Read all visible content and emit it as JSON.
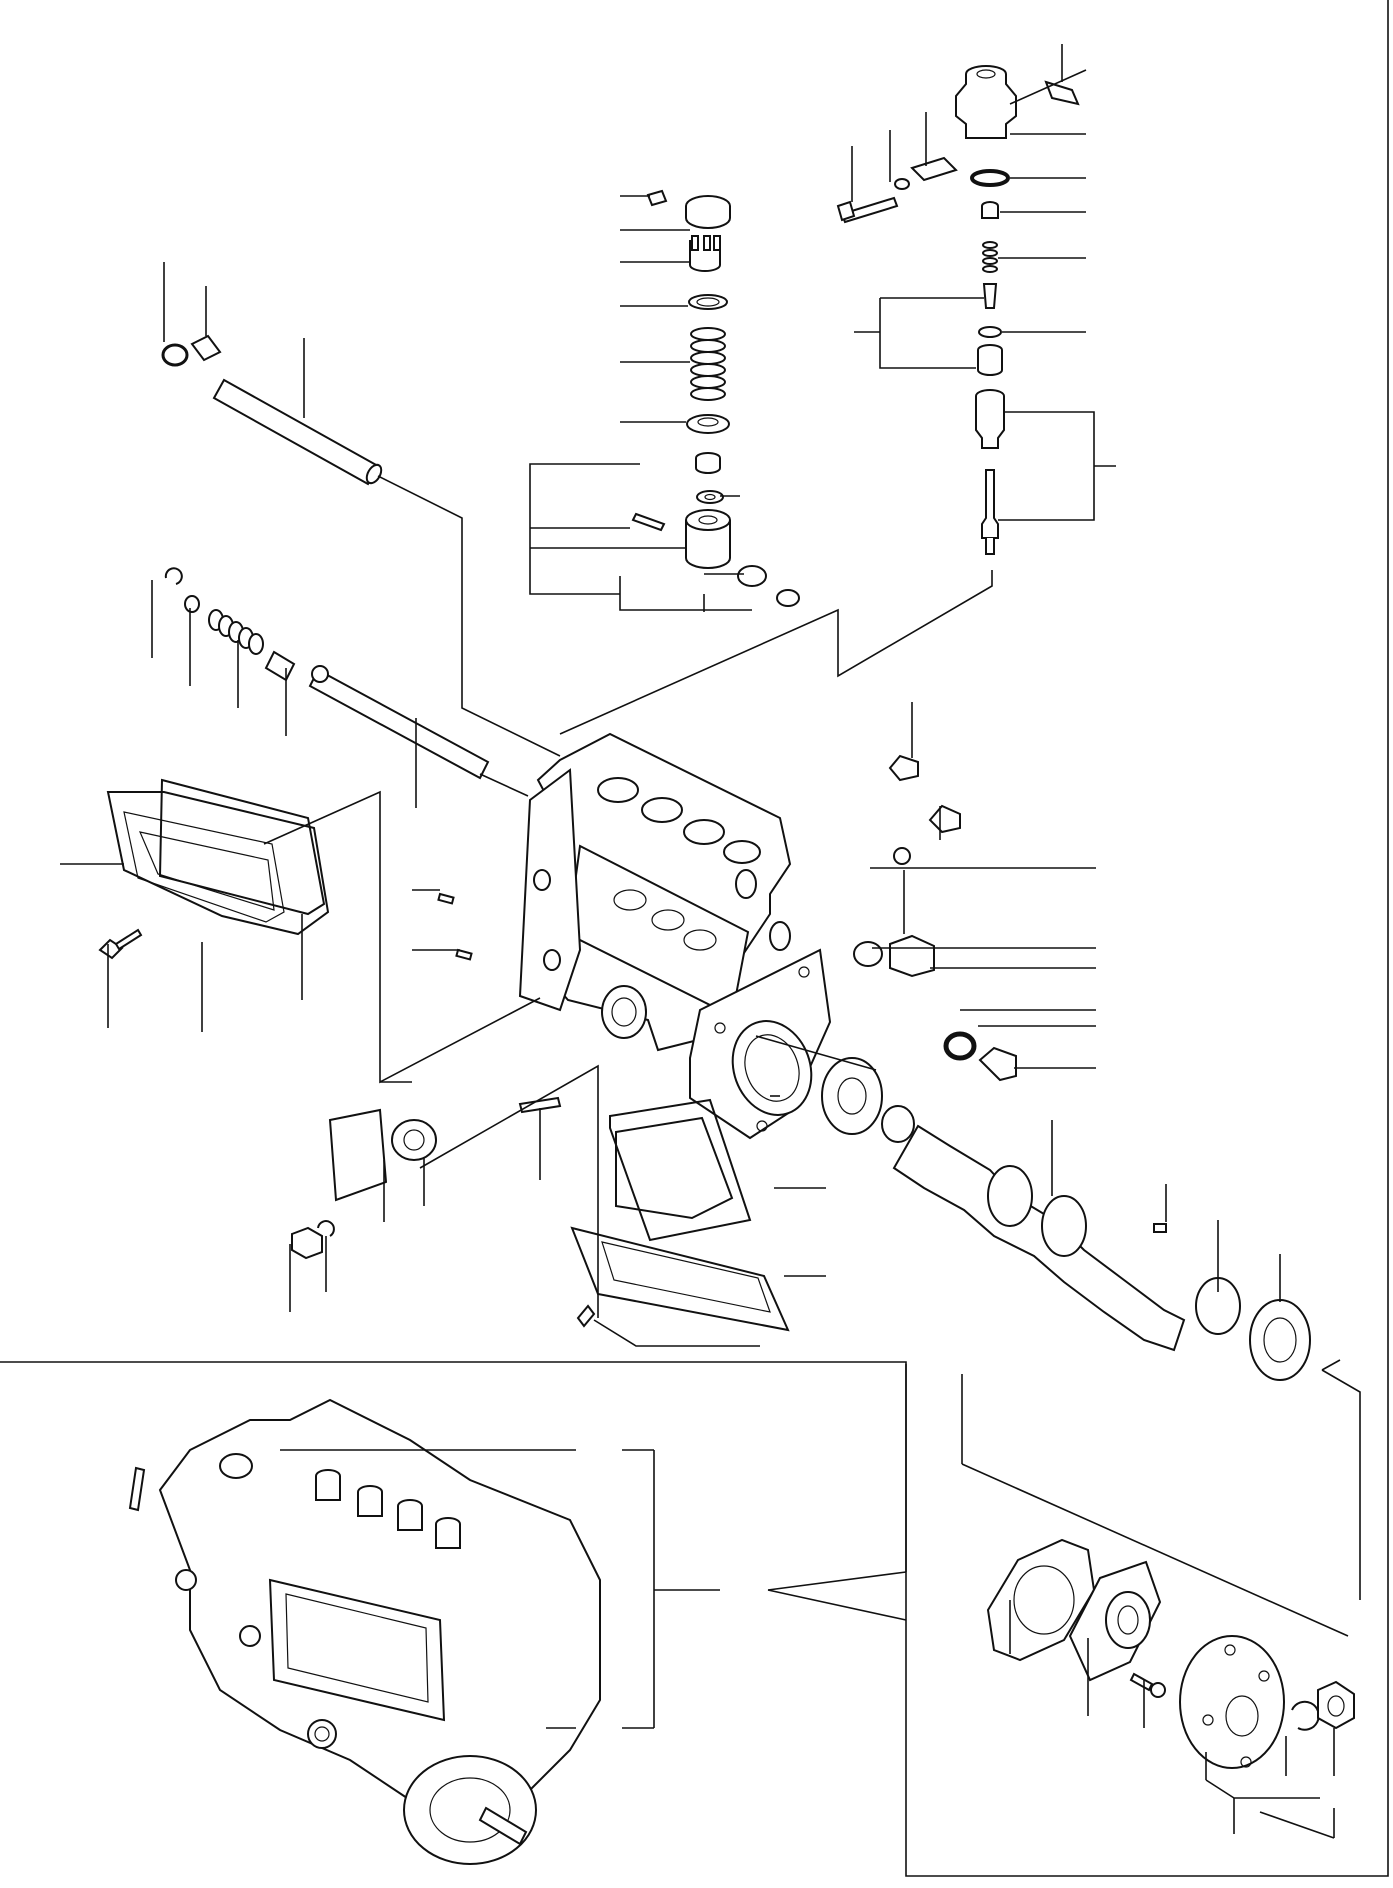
{
  "diagram": {
    "type": "exploded-parts-diagram",
    "text_labels": [],
    "stroke_color": "#111111",
    "background_color": "#ffffff",
    "parts": [
      "delivery-valve-holder",
      "valve-holder-clamp",
      "o-ring",
      "valve-spring",
      "delivery-valve",
      "plunger-barrel",
      "plunger",
      "control-sleeve",
      "plunger-spring",
      "spring-seat",
      "tappet",
      "roller",
      "guide-pin",
      "control-rack",
      "rack-spring",
      "rack-bushing",
      "side-cover",
      "side-cover-gasket",
      "pump-housing",
      "camshaft",
      "ball-bearing",
      "shim",
      "bearing-cover",
      "gasket",
      "drive-flange",
      "timer-hub",
      "nut",
      "lock-washer",
      "bottom-cover",
      "bottom-cover-gasket",
      "stud",
      "plug",
      "bleeder-screw",
      "assembled-pump"
    ]
  }
}
